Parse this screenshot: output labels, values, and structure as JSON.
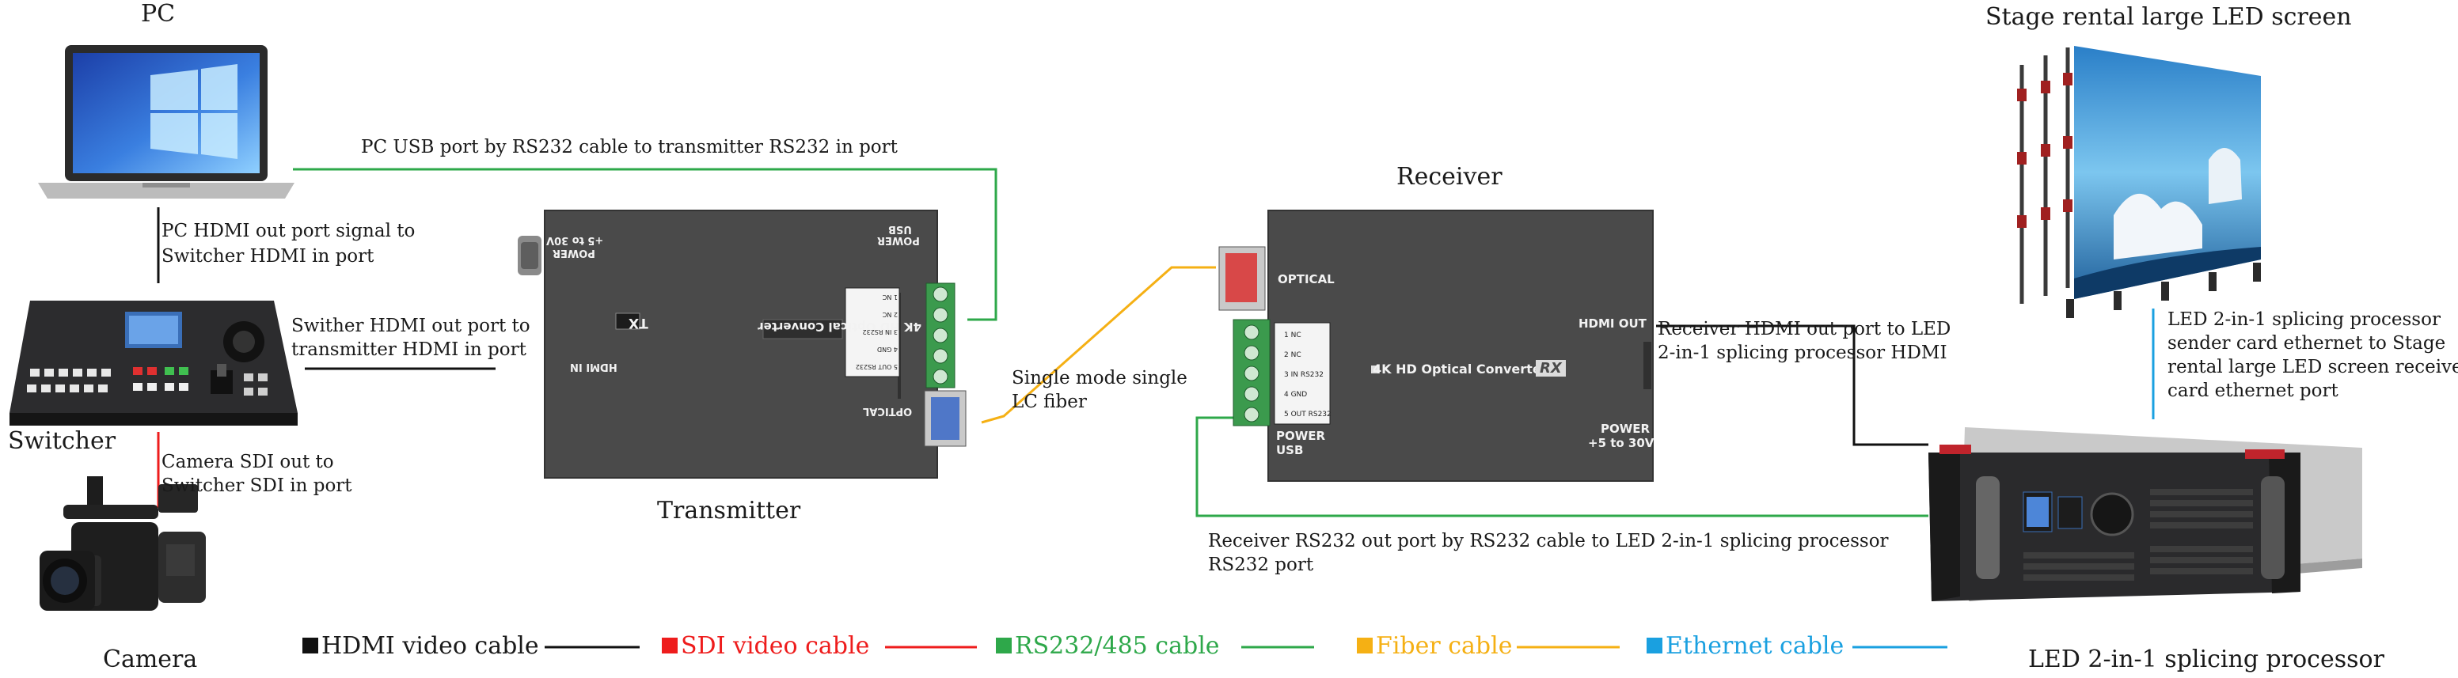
{
  "devices": {
    "pc": "PC",
    "switcher": "Switcher",
    "camera": "Camera",
    "transmitter": "Transmitter",
    "receiver": "Receiver",
    "led_screen": "Stage rental large LED screen",
    "processor": "LED 2-in-1 splicing processor"
  },
  "connections": {
    "pc_usb": "PC USB port by RS232 cable to transmitter RS232 in port",
    "pc_hdmi_1": "PC HDMI out port signal to",
    "pc_hdmi_2": "Switcher HDMI in port",
    "switcher_hdmi_1": "Swither HDMI out port to",
    "switcher_hdmi_2": "transmitter HDMI in port",
    "camera_sdi_1": "Camera SDI out to",
    "camera_sdi_2": "Switcher SDI in port",
    "fiber_1": "Single mode single",
    "fiber_2": "LC fiber",
    "receiver_hdmi_1": "Receiver HDMI out port to  LED",
    "receiver_hdmi_2": "2-in-1 splicing processor HDMI",
    "receiver_rs232_1": "Receiver RS232 out port by RS232 cable to  LED 2-in-1 splicing processor",
    "receiver_rs232_2": "RS232 port",
    "ethernet_1": "LED 2-in-1 splicing processor",
    "ethernet_2": "sender card ethernet to Stage",
    "ethernet_3": "rental large LED screen receive",
    "ethernet_4": "card ethernet port"
  },
  "transmitter_panel": {
    "model": "4K HD Optical Converter",
    "badge": "TX",
    "power": "POWER",
    "power_range": "+5 to 30V",
    "usb": "USB",
    "hdmi_in": "HDMI IN",
    "optical": "OPTICAL",
    "pins": [
      "5 OUT RS232",
      "4 GND",
      "3 IN RS232",
      "2 NC",
      "1 NC"
    ]
  },
  "receiver_panel": {
    "model": "4K HD Optical Converter",
    "badge": "RX",
    "optical": "OPTICAL",
    "hdmi_out": "HDMI OUT",
    "power": "POWER",
    "usb": "USB",
    "power_range": "+5 to 30V",
    "pins": [
      "1 NC",
      "2 NC",
      "3 IN RS232",
      "4 GND",
      "5 OUT RS232"
    ]
  },
  "legend": [
    {
      "label": "HDMI video cable",
      "color": "#111111"
    },
    {
      "label": "SDI video cable",
      "color": "#ee1c1c"
    },
    {
      "label": "RS232/485 cable",
      "color": "#2ea84a"
    },
    {
      "label": "Fiber cable",
      "color": "#f5b014"
    },
    {
      "label": "Ethernet cable",
      "color": "#1aa0e0"
    }
  ],
  "colors": {
    "hdmi": "#111111",
    "sdi": "#ee1c1c",
    "rs232": "#2ea84a",
    "fiber": "#f5b014",
    "ethernet": "#1aa0e0",
    "device_body": "#4a4a4a"
  }
}
